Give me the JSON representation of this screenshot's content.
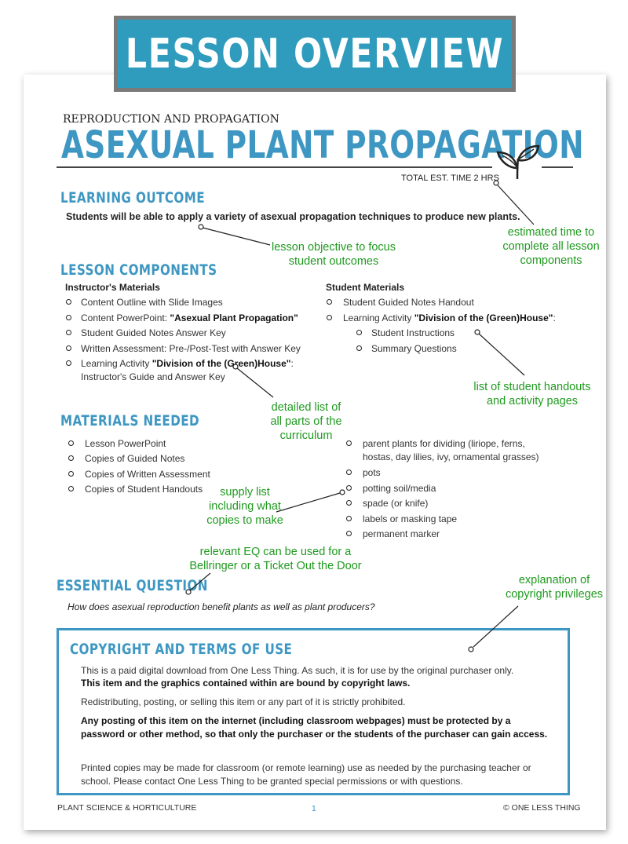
{
  "banner": {
    "title": "LESSON OVERVIEW"
  },
  "header": {
    "eyebrow": "REPRODUCTION AND PROPAGATION",
    "title": "ASEXUAL PLANT PROPAGATION",
    "time": "TOTAL EST. TIME 2 HRS",
    "icon": "sprout-icon"
  },
  "outcome": {
    "heading": "LEARNING OUTCOME",
    "text": "Students will be able to apply a variety of asexual propagation techniques to produce new plants."
  },
  "components": {
    "heading": "LESSON COMPONENTS",
    "instructor_heading": "Instructor's Materials",
    "instructor_items": [
      {
        "text": "Content Outline with Slide Images"
      },
      {
        "pre": "Content PowerPoint: ",
        "bold": "\"Asexual Plant Propagation\""
      },
      {
        "text": "Student Guided Notes Answer Key"
      },
      {
        "text": "Written Assessment: Pre-/Post-Test with Answer Key"
      },
      {
        "pre": "Learning Activity ",
        "bold": "\"Division of the (Green)House\"",
        "post": ":",
        "line2": "Instructor's Guide and Answer Key"
      }
    ],
    "student_heading": "Student Materials",
    "student_items": [
      {
        "text": "Student Guided Notes Handout"
      },
      {
        "pre": "Learning Activity ",
        "bold": "\"Division of the (Green)House\"",
        "post": ":"
      }
    ],
    "student_subitems": [
      "Student Instructions",
      "Summary Questions"
    ]
  },
  "materials": {
    "heading": "MATERIALS NEEDED",
    "left": [
      "Lesson PowerPoint",
      "Copies of Guided Notes",
      "Copies of Written Assessment",
      "Copies of Student Handouts"
    ],
    "right_first_line1": "parent plants for dividing (liriope, ferns,",
    "right_first_line2": "hostas, day lilies, ivy, ornamental grasses)",
    "right": [
      "pots",
      "potting soil/media",
      "spade (or knife)",
      "labels or masking tape",
      "permanent marker"
    ]
  },
  "essential": {
    "heading": "ESSENTIAL QUESTION",
    "question": "How does asexual reproduction benefit plants as well as plant producers?"
  },
  "copyright": {
    "heading": "COPYRIGHT AND TERMS OF USE",
    "p1": "This is a paid digital download from One Less Thing. As such, it is for use by the original purchaser only.",
    "p1b": "This item and the graphics contained within are bound by copyright laws.",
    "p2": "Redistributing, posting, or selling this item or any part of it is strictly prohibited.",
    "p3": "Any posting of this item on the internet (including classroom webpages) must be protected by a password or other method, so that only the purchaser or the students of the purchaser can gain access.",
    "p4": "Printed copies may be made for classroom (or remote learning) use as needed by the purchasing teacher or school. Please contact One Less Thing to be granted special permissions or with questions."
  },
  "footer": {
    "left": "PLANT SCIENCE & HORTICULTURE",
    "page": "1",
    "right": "© ONE LESS THING"
  },
  "annotations": {
    "time": [
      "estimated time to",
      "complete all lesson",
      "components"
    ],
    "objective": [
      "lesson objective to focus",
      "student  outcomes"
    ],
    "handouts": [
      "list of student handouts",
      "and activity pages"
    ],
    "detailed": [
      "detailed list of",
      "all parts of the",
      "curriculum"
    ],
    "supply": [
      "supply list",
      "including what",
      "copies to make"
    ],
    "eq": [
      "relevant EQ can be used for a",
      "Bellringer or a Ticket Out the Door"
    ],
    "copyright": [
      "explanation of",
      "copyright privileges"
    ]
  },
  "colors": {
    "accent": "#3e97c2",
    "banner": "#2f9cbd",
    "annotation": "#1f9a1f"
  }
}
